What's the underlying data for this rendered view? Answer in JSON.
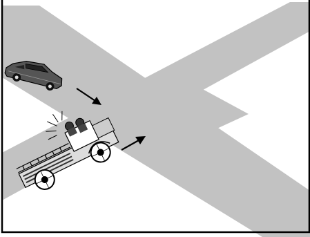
{
  "diagram": {
    "road_color": "#c2c2c2",
    "background_color": "#ffffff",
    "border_color": "#000000",
    "vehicles": [
      {
        "name": "sedan-car",
        "icon": "car-icon"
      },
      {
        "name": "fire-engine",
        "icon": "fire-truck-icon"
      }
    ],
    "arrows": [
      {
        "name": "car-direction-arrow",
        "icon": "arrow-down-right-icon"
      },
      {
        "name": "fire-engine-direction-arrow",
        "icon": "arrow-up-right-icon"
      }
    ]
  }
}
